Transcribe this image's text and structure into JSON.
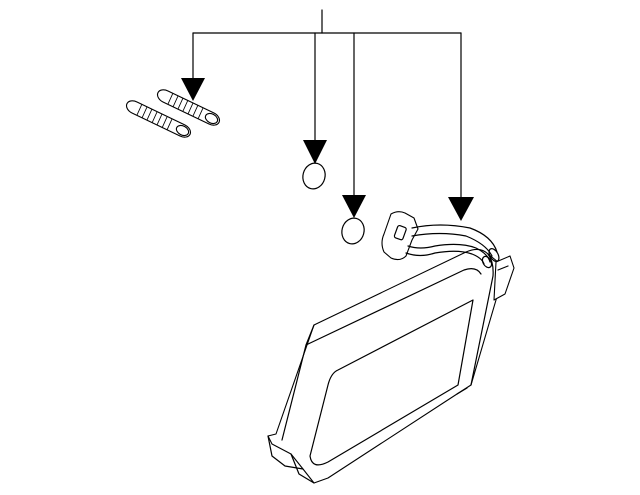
{
  "diagram": {
    "kind": "exploded-parts-illustration",
    "line_color": "#000000",
    "background_color": "#ffffff",
    "parts": [
      {
        "id": "studs",
        "count": 2
      },
      {
        "id": "seal-ring-upper",
        "count": 1
      },
      {
        "id": "seal-ring-lower",
        "count": 1
      },
      {
        "id": "evaporator-core",
        "count": 1
      }
    ]
  }
}
